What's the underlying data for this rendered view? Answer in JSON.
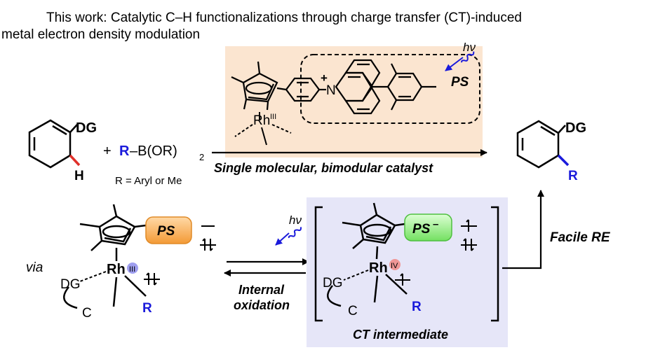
{
  "header": {
    "line1": "This work: Catalytic C–H functionalizations through charge transfer (CT)-induced",
    "line2": "metal electron density modulation"
  },
  "top_scheme": {
    "substrate_dg": "DG",
    "substrate_h": "H",
    "plus": "+",
    "reagent_r": "R",
    "reagent_rest": "–B(OR)",
    "reagent_sub": "2",
    "r_definition": "R = Aryl or Me",
    "arrow_label": "Single molecular, bimodular catalyst",
    "product_dg": "DG",
    "product_r": "R",
    "catalyst": {
      "ps_label": "PS",
      "hv": "hν",
      "n_label": "N",
      "n_charge": "+",
      "rh": "Rh",
      "rh_ox": "III"
    }
  },
  "bottom_scheme": {
    "via": "via",
    "left_ps": "PS",
    "left_rh": "Rh",
    "left_ox": "III",
    "left_dg": "DG",
    "left_c": "C",
    "left_r": "R",
    "hv": "hν",
    "reverse_label_1": "Internal",
    "reverse_label_2": "oxidation",
    "ct_ps": "PS",
    "ct_ps_charge": "–",
    "ct_rh": "Rh",
    "ct_ox": "IV",
    "ct_dg": "DG",
    "ct_c": "C",
    "ct_r": "R",
    "ct_label": "CT intermediate",
    "re_label": "Facile RE"
  },
  "colors": {
    "top_box": "#fbe5d0",
    "ct_box": "#e6e6f8",
    "ps_orange": "#f6a94e",
    "ps_green": "#8fe87f",
    "rh3_badge": "#9f9ff0",
    "rh4_badge": "#f09696",
    "accent_blue": "#1a1adb",
    "bond_red": "#e0302a"
  }
}
